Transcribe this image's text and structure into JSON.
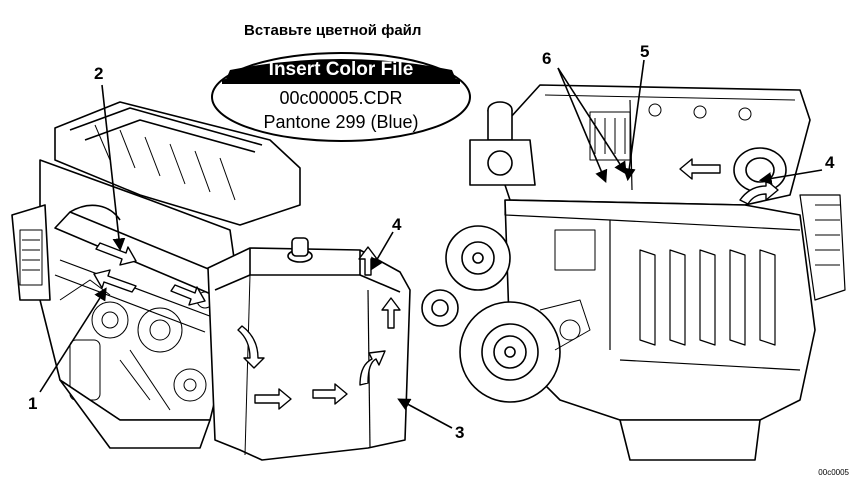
{
  "caption_ru": "Вставьте цветной файл",
  "badge": {
    "title": "Insert Color File",
    "file": "00c00005.CDR",
    "pantone": "Pantone 299 (Blue)"
  },
  "callouts": {
    "c1": "1",
    "c2": "2",
    "c3": "3",
    "c4_left": "4",
    "c4_right": "4",
    "c5": "5",
    "c6": "6"
  },
  "figure_id": "00c0005",
  "colors": {
    "ink": "#000000",
    "paper": "#ffffff"
  }
}
